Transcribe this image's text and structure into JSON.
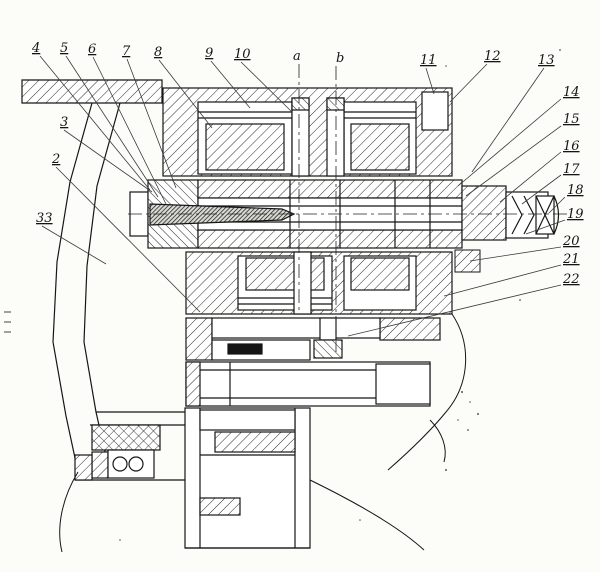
{
  "figure": {
    "callouts": {
      "top": [
        "4",
        "5",
        "6",
        "7",
        "8",
        "9",
        "10"
      ],
      "sections": [
        "a",
        "b"
      ],
      "upper_right": [
        "11",
        "12",
        "13"
      ],
      "right": [
        "14",
        "15",
        "16",
        "17",
        "18",
        "19",
        "20",
        "21",
        "22"
      ],
      "left": [
        "3",
        "2",
        "33"
      ]
    }
  }
}
